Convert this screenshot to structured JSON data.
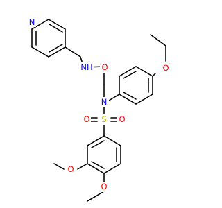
{
  "molecule": {
    "background": "#ffffff",
    "element_colors": {
      "N": "#0000ff",
      "O": "#ff0000",
      "S": "#b8b800"
    },
    "atoms": {
      "pyridine_n": {
        "element": "N",
        "label": "N"
      },
      "amide_nh": {
        "element": "N",
        "label": "NH"
      },
      "carbonyl_o": {
        "element": "O",
        "label": "O"
      },
      "sulfonamide_n": {
        "element": "N",
        "label": "N"
      },
      "ether_o": {
        "element": "O",
        "label": "O"
      },
      "sulfur": {
        "element": "S",
        "label": "S"
      },
      "sulfonyl_o_left": {
        "element": "O",
        "label": "O"
      },
      "sulfonyl_o_right": {
        "element": "O",
        "label": "O"
      },
      "methoxy_o_3": {
        "element": "O",
        "label": "O"
      },
      "methoxy_o_4": {
        "element": "O",
        "label": "O"
      }
    }
  }
}
